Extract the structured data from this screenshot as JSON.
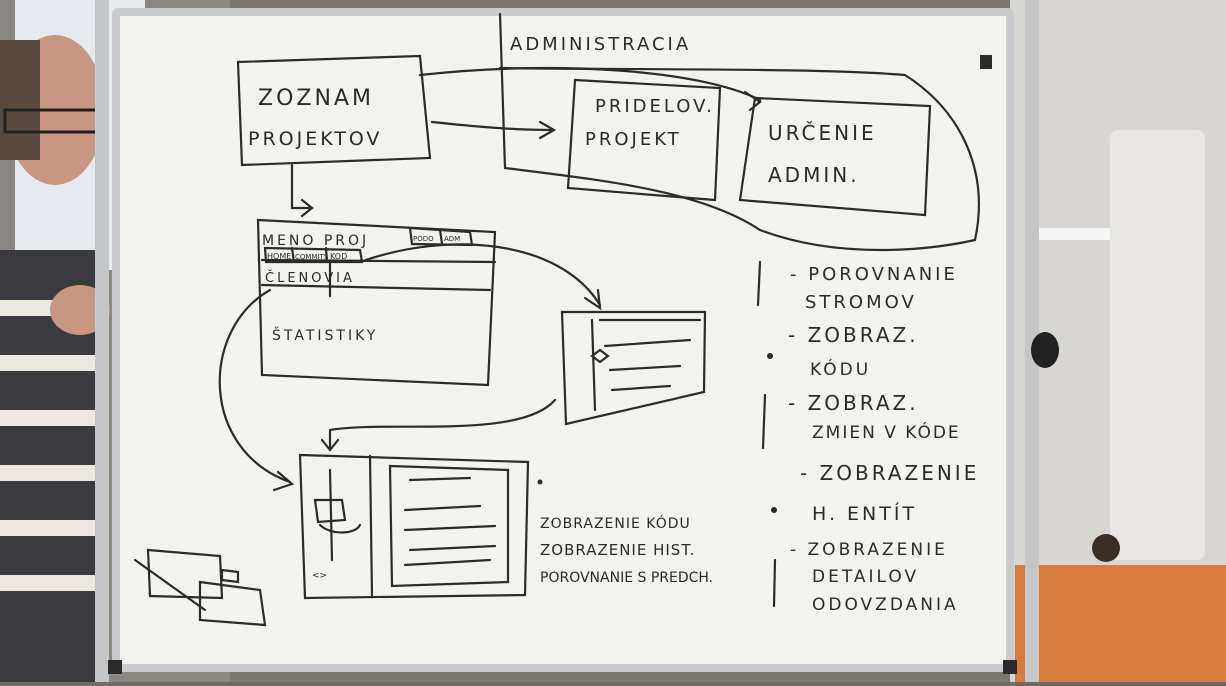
{
  "board": {
    "top_section": {
      "list_box": [
        "ZOZNAM",
        "PROJEKTOV"
      ],
      "admin_area": "ADMINISTRACIA",
      "assign_box": [
        "PRIDELOV.",
        "PROJEKT"
      ],
      "define_box": [
        "URČENIE",
        "ADMIN."
      ]
    },
    "project_page": {
      "title": "MENO PROJ",
      "top_tabs": [
        "PODO",
        "ADM"
      ],
      "nav_tabs": [
        "HOME",
        "COMMITS",
        "KOD"
      ],
      "rows": [
        "ČLENOVIA",
        "ŠTATISTIKY"
      ]
    },
    "code_view_notes": [
      "ZOBRAZENIE KÓDU",
      "ZOBRAZENIE HIST.",
      "POROVNANIE S PREDCH."
    ],
    "feature_list": [
      [
        "- POROVNANIE",
        "STROMOV"
      ],
      [
        "- ZOBRAZ.",
        "KÓDU"
      ],
      [
        "- ZOBRAZ.",
        "ZMIEN V KÓDE"
      ],
      [
        "- ZOBRAZENIE",
        "H. ENTÍT"
      ],
      [
        "- ZOBRAZENIE",
        "DETAILOV",
        "ODOVZDANIA"
      ]
    ],
    "code_symbol": "<>",
    "marker_color": "#2b2b2b",
    "board_color": "#f2f2ef",
    "frame_color": "#c9cbcc"
  }
}
